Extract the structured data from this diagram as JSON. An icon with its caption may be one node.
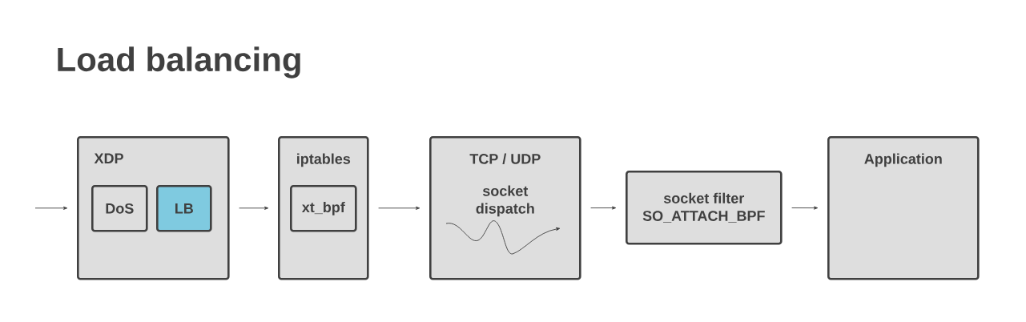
{
  "diagram": {
    "title": "Load balancing",
    "nodes": [
      {
        "text": [
          "XDP"
        ]
      },
      {
        "text": [
          "DoS"
        ],
        "in": 0
      },
      {
        "text": [
          "LB"
        ],
        "in": 0
      },
      {
        "text": [
          "iptables"
        ]
      },
      {
        "text": [
          "xt_bpf"
        ],
        "in": 3
      },
      {
        "text": [
          "TCP / UDP",
          "socket dispatch"
        ]
      },
      {
        "text": [
          "socket filter",
          "SO_ATTACH_BPF"
        ]
      },
      {
        "text": [
          "Application"
        ]
      }
    ],
    "edges": [
      {
        "from": null,
        "to": 0,
        "arrow": "to"
      },
      {
        "from": 0,
        "to": 3,
        "arrow": "to"
      },
      {
        "from": 3,
        "to": 5,
        "arrow": "to"
      },
      {
        "from": 5,
        "to": 6,
        "arrow": "to"
      },
      {
        "from": 6,
        "to": 7,
        "arrow": "to"
      }
    ]
  }
}
